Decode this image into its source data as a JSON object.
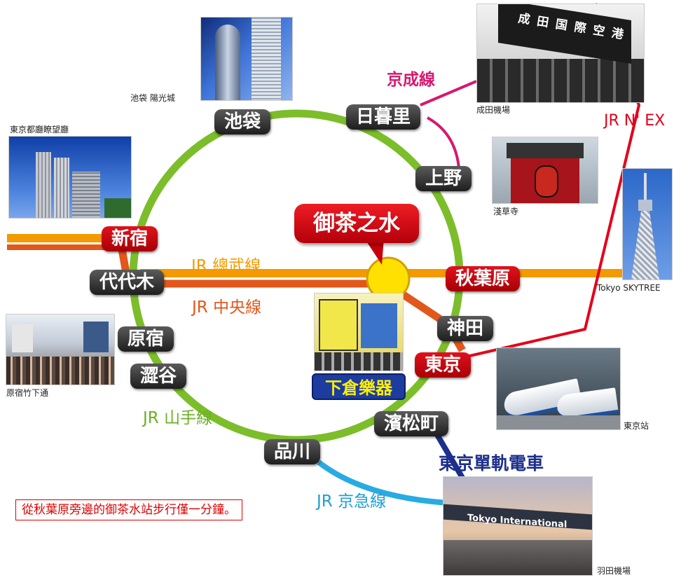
{
  "colors": {
    "yamanote": "#7cbd2a",
    "sobu": "#f39a00",
    "chuo": "#e2571b",
    "keisei": "#d6186e",
    "nex": "#e3001b",
    "keikyu": "#29abe2",
    "monorail": "#1c2f8c",
    "station_dark": "#2a2a2a",
    "station_red": "#d5101a",
    "shop_blue": "#1d3ca0",
    "shop_text": "#ffef00"
  },
  "highlight": {
    "station": "御茶之水"
  },
  "stations": {
    "ikebukuro": "池袋",
    "nippori": "日暮里",
    "ueno": "上野",
    "shinjuku": "新宿",
    "yoyogi": "代代木",
    "akihabara": "秋葉原",
    "kanda": "神田",
    "tokyo": "東京",
    "harajuku": "原宿",
    "shibuya": "澀谷",
    "shinagawa": "品川",
    "hamamatsucho": "濱松町"
  },
  "lines": {
    "sobu": "JR 總武線",
    "chuo": "JR 中央線",
    "yamanote": "JR 山手線",
    "keikyu": "JR 京急線",
    "keisei": "京成線",
    "nex": "JR N' EX",
    "monorail": "東京單軌電車"
  },
  "shop": {
    "name": "下倉樂器"
  },
  "photos": {
    "sunshine": {
      "caption": "池袋  陽光城",
      "icon": "skyscraper-photo"
    },
    "narita": {
      "caption": "成田機場",
      "sign": "成田国際空港",
      "icon": "airport-photo"
    },
    "tocho": {
      "caption": "東京都廳瞭望廳",
      "icon": "government-building-photo"
    },
    "sensoji": {
      "caption": "淺草寺",
      "icon": "temple-gate-photo"
    },
    "skytree": {
      "caption": "Tokyo SKYTREE",
      "icon": "tower-photo"
    },
    "takeshita": {
      "caption": "原宿竹下通",
      "icon": "shopping-street-photo"
    },
    "tokyo_station": {
      "caption": "東京站",
      "icon": "bullet-train-photo"
    },
    "haneda": {
      "caption": "羽田機場",
      "sign": "Tokyo International",
      "icon": "airport-terminal-photo"
    },
    "shop_photo": {
      "icon": "music-store-photo"
    }
  },
  "note": "從秋葉原旁邊的御茶水站步行僅一分鐘。"
}
